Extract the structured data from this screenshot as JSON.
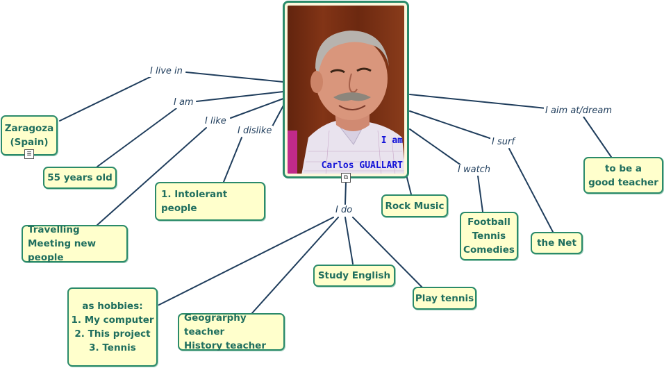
{
  "center": {
    "caption_line1": "I am",
    "caption_line2": "Carlos GUALLART"
  },
  "link_labels": {
    "live_in": "I live in",
    "am": "I am",
    "like": "I like",
    "dislike": "I dislike",
    "do": "I do",
    "watch": "I watch",
    "surf": "I surf",
    "aim": "I aim at/dream"
  },
  "nodes": {
    "zaragoza": [
      "Zaragoza",
      "(Spain)"
    ],
    "age": [
      "55 years old"
    ],
    "likes": [
      "Travelling",
      "Meeting new people"
    ],
    "dislikes": [
      "1. Intolerant people"
    ],
    "hobbies": [
      "as hobbies:",
      "1. My computer",
      "2. This project",
      "3. Tennis"
    ],
    "jobs": [
      "Geograrphy teacher",
      "History teacher"
    ],
    "study": [
      "Study English"
    ],
    "tennis": [
      "Play tennis"
    ],
    "music": [
      "Rock Music"
    ],
    "watch": [
      "Football",
      "Tennis",
      "Comedies"
    ],
    "net": [
      "the Net"
    ],
    "dream": [
      "to be a",
      "good teacher"
    ]
  },
  "icons": {
    "note": "note-icon",
    "submap": "submap-icon"
  },
  "colors": {
    "node_fill": "#ffffcc",
    "node_border": "#2a8a6a",
    "node_text": "#1f6e5e",
    "link": "#1f3d5c",
    "caption": "#1212d8"
  }
}
